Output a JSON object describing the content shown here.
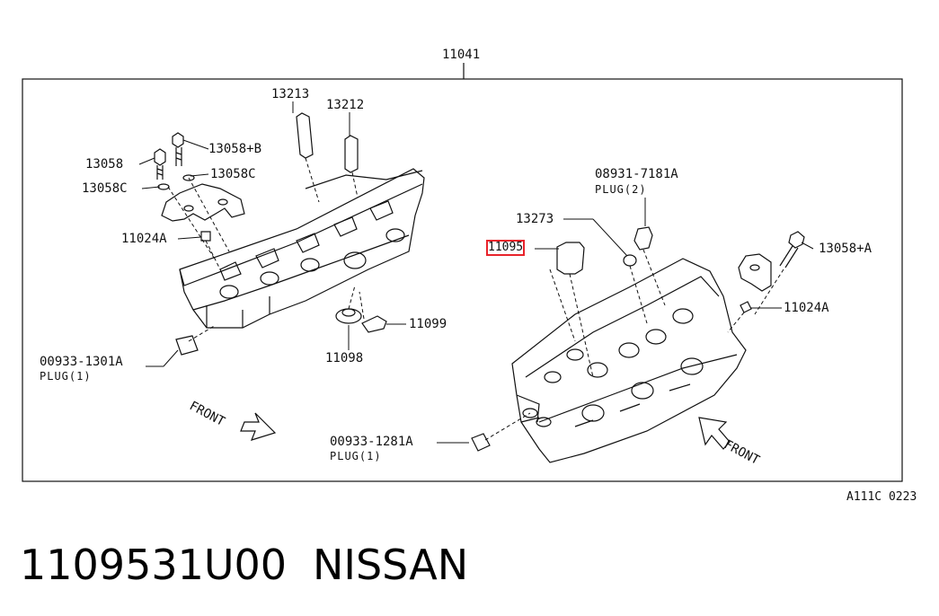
{
  "diagram": {
    "assembly_label": "11041",
    "ref_code": "A111C 0223",
    "front_label": "FRONT",
    "labels": {
      "p13213": "13213",
      "p13212": "13212",
      "p13058b": "13058+B",
      "p13058": "13058",
      "p13058c_r": "13058C",
      "p13058c_l": "13058C",
      "p11024a_l": "11024A",
      "p08931": "08931-7181A",
      "plug2": "PLUG(2)",
      "p13273": "13273",
      "p11095": "11095",
      "p13058a": "13058+A",
      "p11024a_r": "11024A",
      "p11099": "11099",
      "p11098": "11098",
      "p00933_1301": "00933-1301A",
      "plug1_a": "PLUG(1)",
      "p00933_1281": "00933-1281A",
      "plug1_b": "PLUG(1)"
    },
    "highlight_color": "#e8232b"
  },
  "footer": {
    "part_number": "1109531U00",
    "brand": "NISSAN"
  }
}
